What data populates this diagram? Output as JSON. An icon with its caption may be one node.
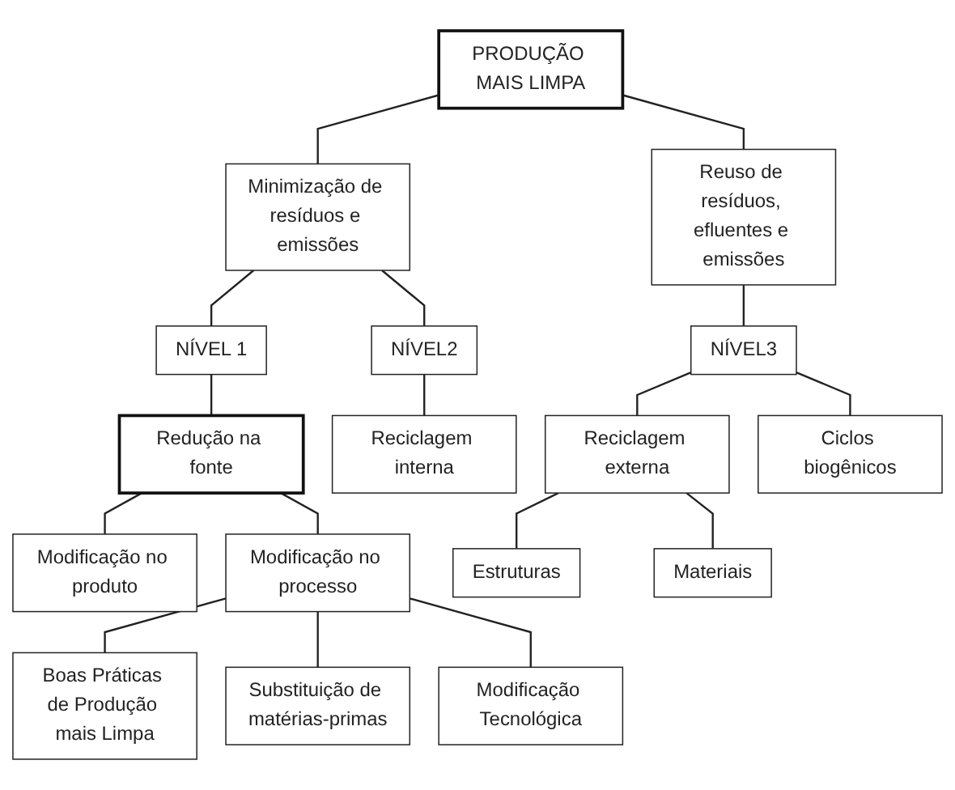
{
  "diagram": {
    "nodes": [
      {
        "text": [
          "PRODUÇÃO MAIS LIMPA"
        ]
      },
      {
        "text": [
          "Minimização de resíduos e emissões"
        ]
      },
      {
        "text": [
          "Reuso de resíduos, efluentes e emissões"
        ]
      },
      {
        "text": [
          "NÍVEL 1"
        ]
      },
      {
        "text": [
          "NÍVEL2"
        ]
      },
      {
        "text": [
          "NÍVEL3"
        ]
      },
      {
        "text": [
          "Redução na fonte"
        ]
      },
      {
        "text": [
          "Reciclagem interna"
        ]
      },
      {
        "text": [
          "Reciclagem externa"
        ]
      },
      {
        "text": [
          "Ciclos biogênicos"
        ]
      },
      {
        "text": [
          "Modificação no produto"
        ]
      },
      {
        "text": [
          "Modificação no processo"
        ]
      },
      {
        "text": [
          "Estruturas"
        ]
      },
      {
        "text": [
          "Materiais"
        ]
      },
      {
        "text": [
          "Boas Práticas de Produção mais Limpa"
        ]
      },
      {
        "text": [
          "Substituição de matérias-primas"
        ]
      },
      {
        "text": [
          "Modificação Tecnológica"
        ]
      }
    ],
    "edges": [
      {
        "from": 0,
        "to": 1,
        "arrow": "none"
      },
      {
        "from": 0,
        "to": 2,
        "arrow": "none"
      },
      {
        "from": 1,
        "to": 3,
        "arrow": "none"
      },
      {
        "from": 1,
        "to": 4,
        "arrow": "none"
      },
      {
        "from": 2,
        "to": 5,
        "arrow": "none"
      },
      {
        "from": 3,
        "to": 6,
        "arrow": "none"
      },
      {
        "from": 4,
        "to": 7,
        "arrow": "none"
      },
      {
        "from": 5,
        "to": 8,
        "arrow": "none"
      },
      {
        "from": 5,
        "to": 9,
        "arrow": "none"
      },
      {
        "from": 6,
        "to": 10,
        "arrow": "none"
      },
      {
        "from": 6,
        "to": 11,
        "arrow": "none"
      },
      {
        "from": 8,
        "to": 12,
        "arrow": "none"
      },
      {
        "from": 8,
        "to": 13,
        "arrow": "none"
      },
      {
        "from": 11,
        "to": 14,
        "arrow": "none"
      },
      {
        "from": 11,
        "to": 15,
        "arrow": "none"
      },
      {
        "from": 11,
        "to": 16,
        "arrow": "none"
      }
    ]
  }
}
